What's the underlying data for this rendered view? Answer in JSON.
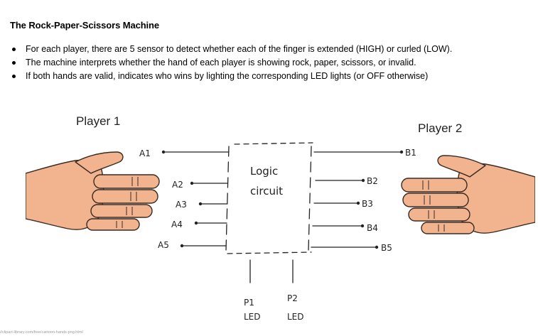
{
  "title": "The Rock-Paper-Scissors Machine",
  "bullets": [
    "For each player, there are 5 sensor to detect whether each of the finger is extended (HIGH) or curled (LOW).",
    "The machine interprets whether the hand of each player is showing rock, paper, scissors, or invalid.",
    "If both hands are valid, indicates who wins by lighting the corresponding LED lights (or OFF otherwise)"
  ],
  "diagram": {
    "player1_label": "Player 1",
    "player2_label": "Player 2",
    "logic_line1": "Logic",
    "logic_line2": "circuit",
    "left_inputs": [
      "A1",
      "A2",
      "A3",
      "A4",
      "A5"
    ],
    "right_inputs": [
      "B1",
      "B2",
      "B3",
      "B4",
      "B5"
    ],
    "outputs": [
      {
        "name": "P1",
        "sub": "LED"
      },
      {
        "name": "P2",
        "sub": "LED"
      }
    ]
  },
  "source_url": "//clipart-library.com/free/cartoon-hands-png.html",
  "colors": {
    "skin": "#f2b48f",
    "skin_outline": "#3a2a22",
    "ink": "#222222"
  }
}
